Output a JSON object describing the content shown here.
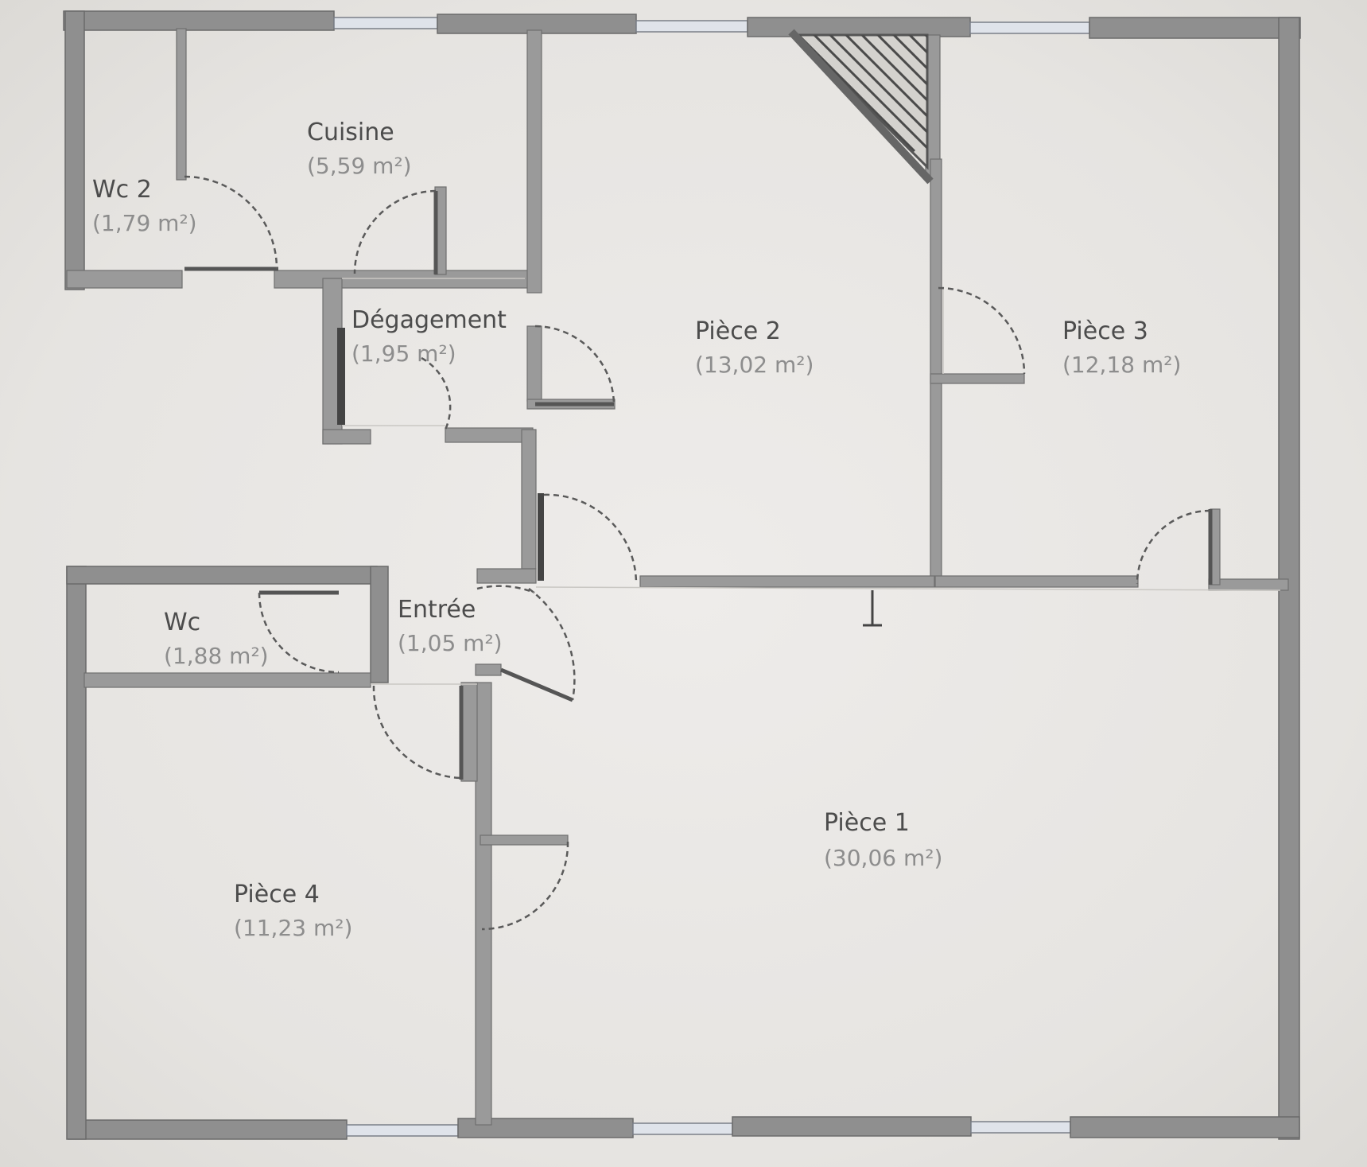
{
  "plan": {
    "rooms": [
      {
        "id": "wc2",
        "name": "Wc 2",
        "area": "(1,79 m²)"
      },
      {
        "id": "cuisine",
        "name": "Cuisine",
        "area": "(5,59 m²)"
      },
      {
        "id": "degagement",
        "name": "Dégagement",
        "area": "(1,95 m²)"
      },
      {
        "id": "piece2",
        "name": "Pièce 2",
        "area": "(13,02 m²)"
      },
      {
        "id": "piece3",
        "name": "Pièce 3",
        "area": "(12,18 m²)"
      },
      {
        "id": "wc",
        "name": "Wc",
        "area": "(1,88 m²)"
      },
      {
        "id": "entree",
        "name": "Entrée",
        "area": "(1,05 m²)"
      },
      {
        "id": "piece1",
        "name": "Pièce 1",
        "area": "(30,06 m²)"
      },
      {
        "id": "piece4",
        "name": "Pièce 4",
        "area": "(11,23 m²)"
      }
    ]
  }
}
